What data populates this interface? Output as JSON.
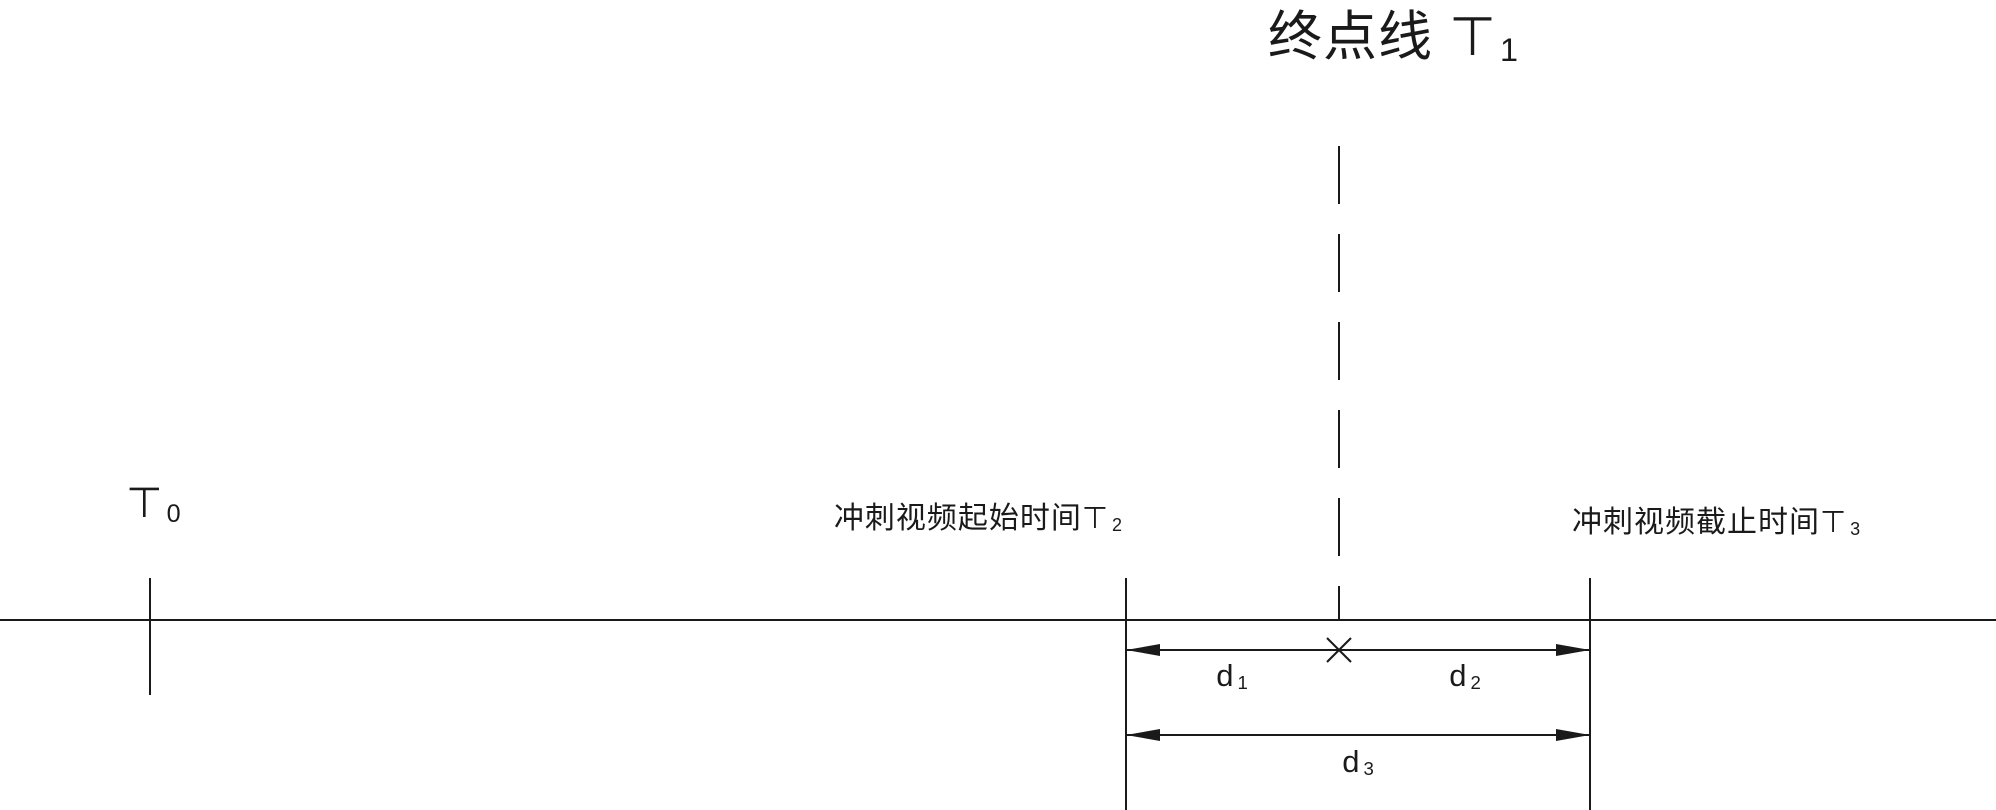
{
  "diagram": {
    "title": {
      "text": "终点线 ⊤",
      "sub": "1"
    },
    "labels": {
      "t0": {
        "text": "⊤",
        "sub": "0"
      },
      "t2": {
        "text": "冲刺视频起始时间⊤",
        "sub": "2"
      },
      "t3": {
        "text": "冲刺视频截止时间⊤",
        "sub": "3"
      },
      "d1": {
        "text": "d",
        "sub": "1"
      },
      "d2": {
        "text": "d",
        "sub": "2"
      },
      "d3": {
        "text": "d",
        "sub": "3"
      }
    },
    "colors": {
      "line": "#1a1a1a",
      "background": "#ffffff"
    }
  }
}
